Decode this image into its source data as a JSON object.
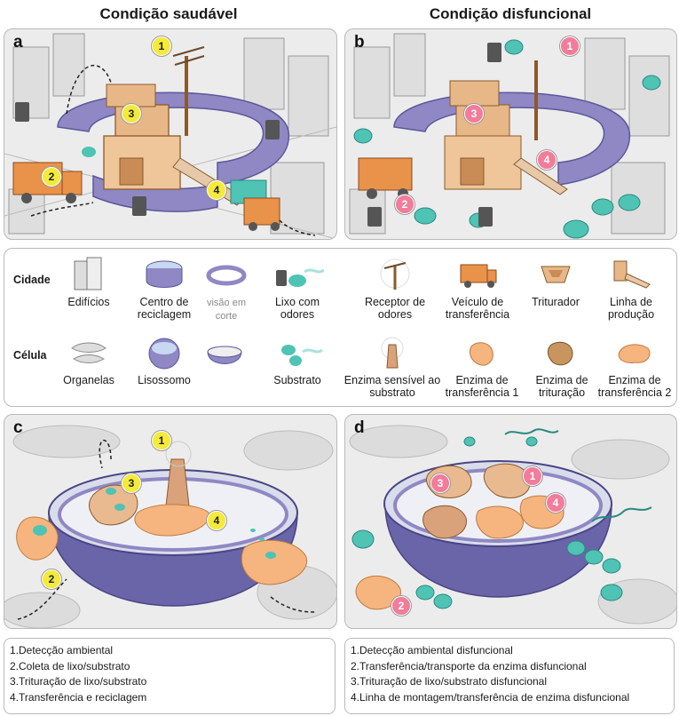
{
  "headers": {
    "healthy": "Condição saudável",
    "dysfunctional": "Condição disfuncional"
  },
  "panels": {
    "a": "a",
    "b": "b",
    "c": "c",
    "d": "d"
  },
  "badges": [
    "1",
    "2",
    "3",
    "4"
  ],
  "legend": {
    "city_label": "Cidade",
    "cell_label": "Célula",
    "city_items": {
      "buildings": "Edifícios",
      "recycling_center": "Centro de reciclagem",
      "cutaway_view": "visão em corte",
      "smelly_trash": "Lixo com odores",
      "odor_receptor": "Receptor de odores",
      "transfer_vehicle": "Veículo de transferência",
      "crusher": "Triturador",
      "production_line": "Linha de produção"
    },
    "cell_items": {
      "organelles": "Organelas",
      "lysosome": "Lisossomo",
      "substrate": "Substrato",
      "substrate_sensing_enzyme": "Enzima sensível ao substrato",
      "transfer_enzyme_1": "Enzima de transferência 1",
      "crushing_enzyme": "Enzima de trituração",
      "transfer_enzyme_2": "Enzima de transferência 2"
    }
  },
  "steps_healthy": [
    "1.Detecção ambiental",
    "2.Coleta de lixo/substrato",
    "3.Trituração de lixo/substrato",
    "4.Transferência e reciclagem"
  ],
  "steps_dysfunctional": [
    "1.Detecção ambiental disfuncional",
    "2.Transferência/transporte da enzima disfuncional",
    "3.Trituração de lixo/substrato disfuncional",
    "4.Linha de montagem/transferência de enzima disfuncional"
  ],
  "colors": {
    "ring_purple": "#8f88c4",
    "ring_dark": "#5d579a",
    "building_tan": "#e8b788",
    "truck_orange": "#e9924a",
    "trash_teal": "#4fc3b4",
    "enzyme_orange": "#f6b57f",
    "badge_yellow": "#f4ea3b",
    "badge_pink": "#f27c9a"
  }
}
